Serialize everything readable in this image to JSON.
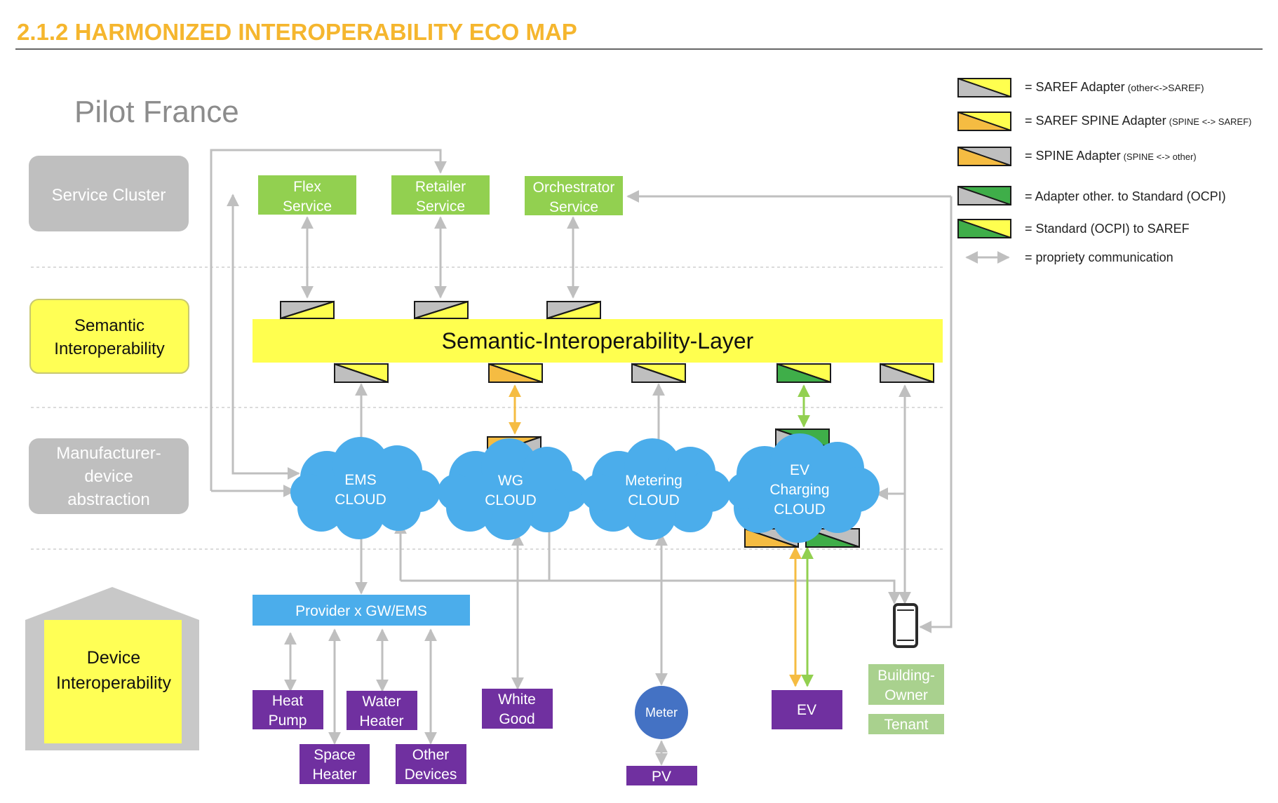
{
  "header": {
    "title": "2.1.2 HARMONIZED INTEROPERABILITY ECO MAP"
  },
  "pilot": "Pilot France",
  "layers": {
    "service_cluster": "Service Cluster",
    "semantic": [
      "Semantic",
      "Interoperability"
    ],
    "manufacturer": [
      "Manufacturer-",
      "device",
      "abstraction"
    ],
    "device": [
      "Device",
      "Interoperability"
    ]
  },
  "services": {
    "flex": [
      "Flex",
      "Service"
    ],
    "retailer": [
      "Retailer",
      "Service"
    ],
    "orchestrator": [
      "Orchestrator",
      "Service"
    ]
  },
  "sil_label": "Semantic-Interoperability-Layer",
  "clouds": {
    "ems": [
      "EMS",
      "CLOUD"
    ],
    "wg": [
      "WG",
      "CLOUD"
    ],
    "metering": [
      "Metering",
      "CLOUD"
    ],
    "ev": [
      "EV",
      "Charging",
      "CLOUD"
    ]
  },
  "gateway": "Provider x GW/EMS",
  "devices": {
    "heat_pump": [
      "Heat",
      "Pump"
    ],
    "water_heater": [
      "Water",
      "Heater"
    ],
    "space_heater": [
      "Space",
      "Heater"
    ],
    "other_devices": [
      "Other",
      "Devices"
    ],
    "white_good": [
      "White",
      "Good"
    ],
    "meter": "Meter",
    "pv": "PV",
    "ev": "EV"
  },
  "owner": {
    "building_owner": [
      "Building-",
      "Owner"
    ],
    "tenant": "Tenant"
  },
  "legend": [
    {
      "id": "saref-adapter",
      "main": "= SAREF Adapter",
      "detail": "(other<->SAREF)",
      "left": "#bfbfbf",
      "right": "#ffff4f"
    },
    {
      "id": "saref-spine-adapter",
      "main": "= SAREF SPINE Adapter",
      "detail": "(SPINE <-> SAREF)",
      "left": "#f5bc42",
      "right": "#ffff4f"
    },
    {
      "id": "spine-adapter",
      "main": "= SPINE Adapter",
      "detail": "(SPINE <-> other)",
      "left": "#f5bc42",
      "right": "#bfbfbf"
    },
    {
      "id": "adapter-ocpi",
      "main": "= Adapter other. to Standard (OCPI)",
      "detail": "",
      "left": "#bfbfbf",
      "right": "#3fae49"
    },
    {
      "id": "ocpi-saref",
      "main": "= Standard (OCPI) to SAREF",
      "detail": "",
      "left": "#3fae49",
      "right": "#ffff4f"
    },
    {
      "id": "propriety",
      "main": "= propriety communication",
      "detail": ""
    }
  ],
  "colors": {
    "title": "#f5b62e",
    "yellow": "#ffff4f",
    "layer_yellow": "#ffff55",
    "green_service": "#92d050",
    "cloud_blue": "#4badeb",
    "device_purple": "#7030a0",
    "gray": "#bfbfbf",
    "adapter_gray": "#c0c0c0",
    "adapter_orange": "#f5bc42",
    "adapter_green": "#3fae49",
    "owner_green": "#a9d18e",
    "meter_blue": "#4472c4",
    "arrow_gray": "#bfbfbf",
    "arrow_orange": "#f5bc42",
    "arrow_green": "#92d050"
  }
}
